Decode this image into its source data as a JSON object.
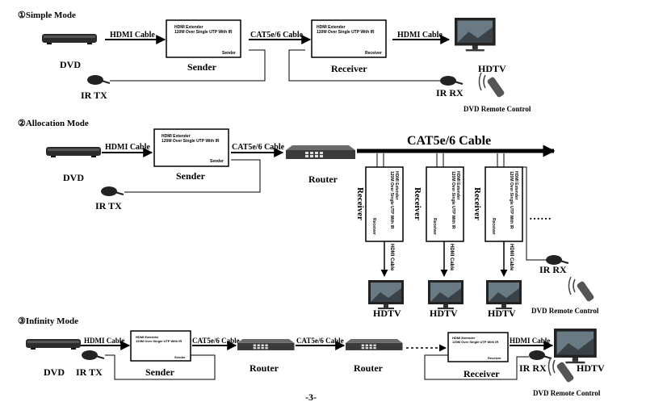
{
  "sections": {
    "simple": {
      "title": "①Simple Mode",
      "dvd": "DVD",
      "hdmi_cable": "HDMI Cable",
      "sender": "Sender",
      "sender_line1": "HDMI Extender",
      "sender_line2": "120M Over Single UTP With IR",
      "sender_tag": "Sender",
      "cat_cable": "CAT5e/6 Cable",
      "receiver": "Receiver",
      "receiver_line1": "HDMI Extender",
      "receiver_line2": "120M Over Single UTP With IR",
      "receiver_tag": "Receiver",
      "hdmi_cable2": "HDMI Cable",
      "hdtv": "HDTV",
      "ir_tx": "IR TX",
      "ir_rx": "IR RX",
      "remote": "DVD Remote Control"
    },
    "allocation": {
      "title": "②Allocation Mode",
      "dvd": "DVD",
      "hdmi_cable": "HDMI Cable",
      "sender": "Sender",
      "sender_line1": "HDMI Extender",
      "sender_line2": "120M Over Single UTP With IR",
      "sender_tag": "Sender",
      "cat_cable": "CAT5e/6 Cable",
      "router": "Router",
      "big_cable": "CAT5e/6 Cable",
      "ir_tx": "IR TX",
      "receiver": "Receiver",
      "receiver_line1": "HDMI Extender",
      "receiver_line2": "120M Over Single UTP With IR",
      "receiver_tag": "Receiver",
      "hdmi_cable_v": "HDMI Cable",
      "hdtv": "HDTV",
      "ir_rx": "IR RX",
      "remote": "DVD Remote Control",
      "dots": "……"
    },
    "infinity": {
      "title": "③Infinity Mode",
      "dvd": "DVD",
      "ir_tx": "IR TX",
      "hdmi_cable": "HDMI Cable",
      "sender": "Sender",
      "sender_line1": "HDMI Extender",
      "sender_line2": "120M Over Single UTP With IR",
      "sender_tag": "Sender",
      "cat_cable1": "CAT5e/6 Cable",
      "cat_cable2": "CAT5e/6 Cable",
      "router": "Router",
      "receiver": "Receiver",
      "receiver_line1": "HDMI Extender",
      "receiver_line2": "120M Over Single UTP With IR",
      "receiver_tag": "Receiver",
      "hdmi_cable2": "HDMI Cable",
      "ir_rx": "IR RX",
      "hdtv": "HDTV",
      "remote": "DVD Remote Control"
    }
  },
  "page_number": "-3-"
}
